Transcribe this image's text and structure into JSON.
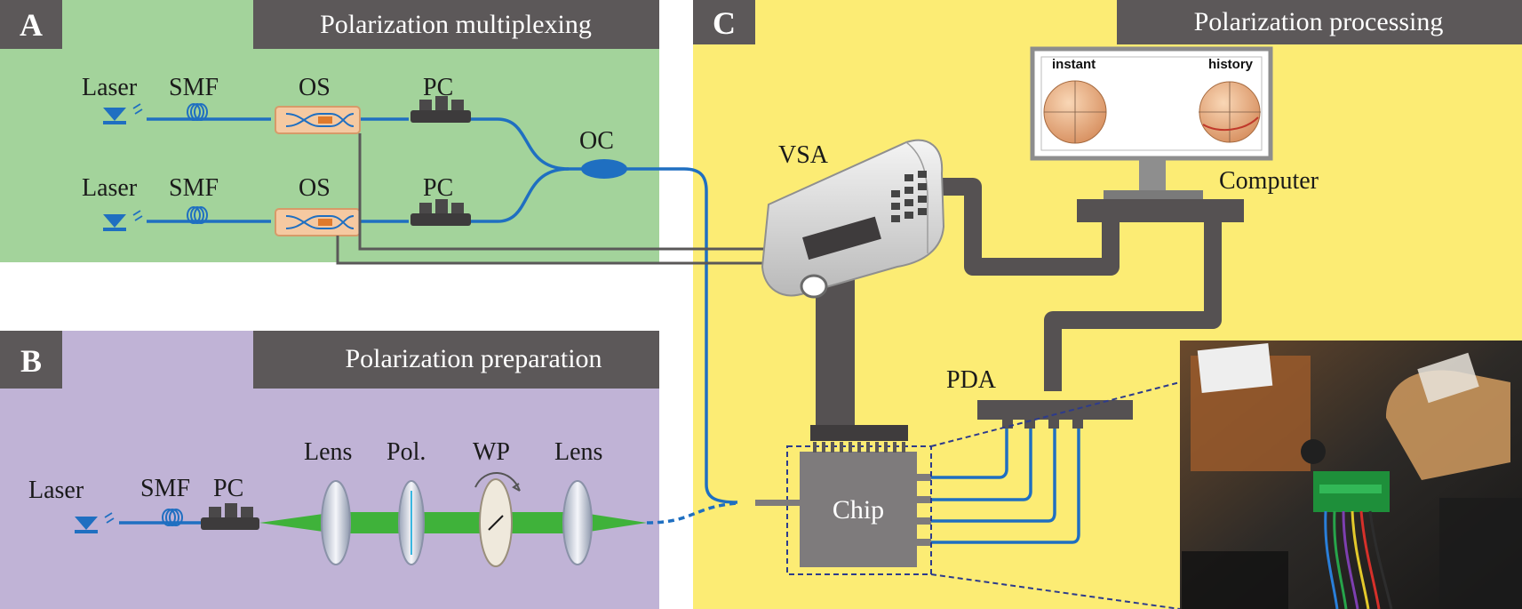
{
  "panels": {
    "a": {
      "letter": "A",
      "title": "Polarization multiplexing"
    },
    "b": {
      "letter": "B",
      "title": "Polarization preparation"
    },
    "c": {
      "letter": "C",
      "title": "Polarization  processing"
    }
  },
  "labels": {
    "laser": "Laser",
    "smf": "SMF",
    "os": "OS",
    "pc": "PC",
    "oc": "OC",
    "lens": "Lens",
    "pol": "Pol.",
    "wp": "WP",
    "vsa": "VSA",
    "computer": "Computer",
    "pda": "PDA",
    "chip": "Chip"
  },
  "monitor": {
    "left_title": "instant",
    "right_title": "history"
  },
  "colors": {
    "panel_a_bg": "#a3d39b",
    "panel_b_bg": "#c0b3d6",
    "panel_c_bg": "#fcec74",
    "header_bg": "#5c5859",
    "fiber": "#1f6fc1",
    "cable": "#555152",
    "beam": "#3fb23a"
  }
}
